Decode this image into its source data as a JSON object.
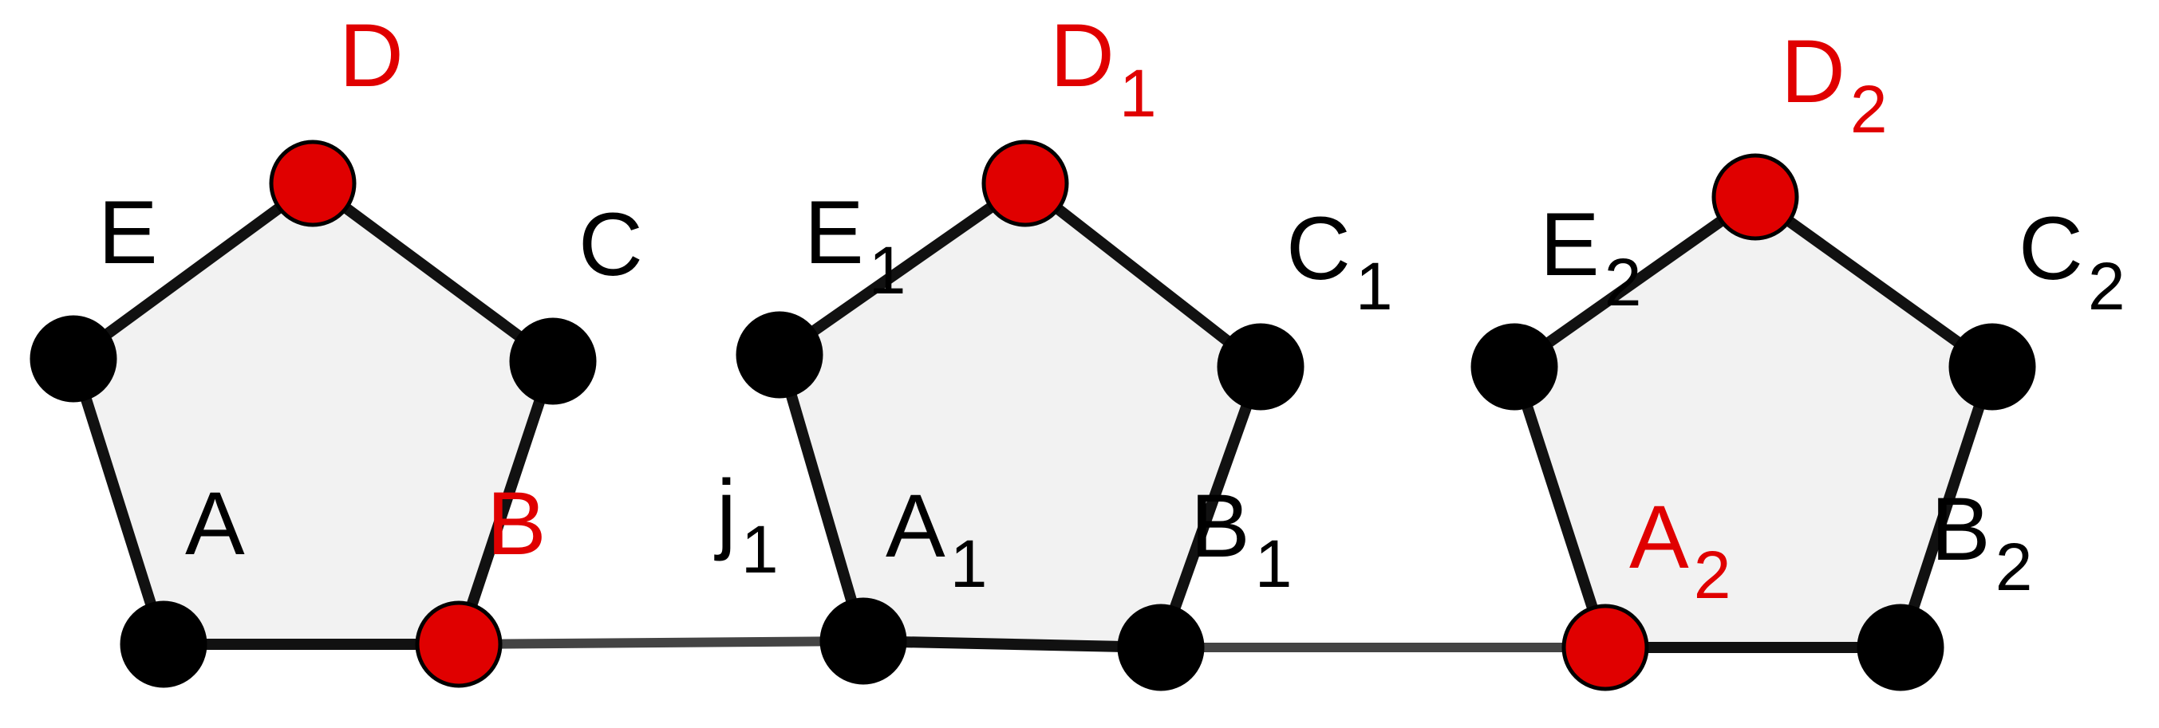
{
  "colors": {
    "fill": "#f2f2f2",
    "edge": "#111111",
    "connector": "#444444",
    "node_black": "#000000",
    "node_red": "#e00000",
    "label_black": "#000000",
    "label_red": "#e00000"
  },
  "pentagons": [
    {
      "id": "p0",
      "vertices": [
        {
          "key": "A",
          "base": "A",
          "sub": "",
          "color": "black"
        },
        {
          "key": "B",
          "base": "B",
          "sub": "",
          "color": "red"
        },
        {
          "key": "C",
          "base": "C",
          "sub": "",
          "color": "black"
        },
        {
          "key": "D",
          "base": "D",
          "sub": "",
          "color": "red"
        },
        {
          "key": "E",
          "base": "E",
          "sub": "",
          "color": "black"
        }
      ]
    },
    {
      "id": "p1",
      "vertices": [
        {
          "key": "A",
          "base": "A",
          "sub": "1",
          "color": "black"
        },
        {
          "key": "B",
          "base": "B",
          "sub": "1",
          "color": "black"
        },
        {
          "key": "C",
          "base": "C",
          "sub": "1",
          "color": "black"
        },
        {
          "key": "D",
          "base": "D",
          "sub": "1",
          "color": "red"
        },
        {
          "key": "E",
          "base": "E",
          "sub": "1",
          "color": "black"
        }
      ],
      "extra_label": {
        "base": "j",
        "sub": "1"
      }
    },
    {
      "id": "p2",
      "vertices": [
        {
          "key": "A",
          "base": "A",
          "sub": "2",
          "color": "red"
        },
        {
          "key": "B",
          "base": "B",
          "sub": "2",
          "color": "black"
        },
        {
          "key": "C",
          "base": "C",
          "sub": "2",
          "color": "black"
        },
        {
          "key": "D",
          "base": "D",
          "sub": "2",
          "color": "red"
        },
        {
          "key": "E",
          "base": "E",
          "sub": "2",
          "color": "black"
        }
      ]
    }
  ]
}
